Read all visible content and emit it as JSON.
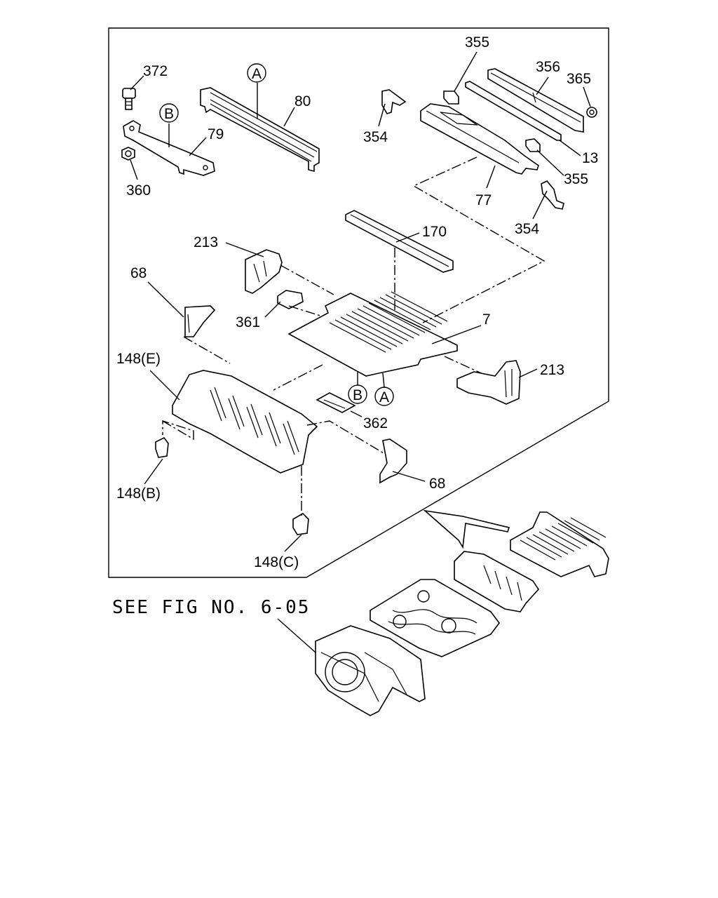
{
  "labels": {
    "p372": "372",
    "pA_top": "A",
    "p80": "80",
    "pB_top": "B",
    "p79": "79",
    "p360": "360",
    "p355_top": "355",
    "p356": "356",
    "p365": "365",
    "p354_top": "354",
    "p13": "13",
    "p355_bottom": "355",
    "p77": "77",
    "p354_bottom": "354",
    "p170": "170",
    "p213_left": "213",
    "p68_left": "68",
    "p361": "361",
    "p7": "7",
    "p148E": "148(E)",
    "p213_right": "213",
    "pB_bottom": "B",
    "pA_bottom": "A",
    "p362": "362",
    "p68_right": "68",
    "p148B": "148(B)",
    "p148C": "148(C)"
  },
  "reference_note": "SEE FIG NO. 6-05"
}
